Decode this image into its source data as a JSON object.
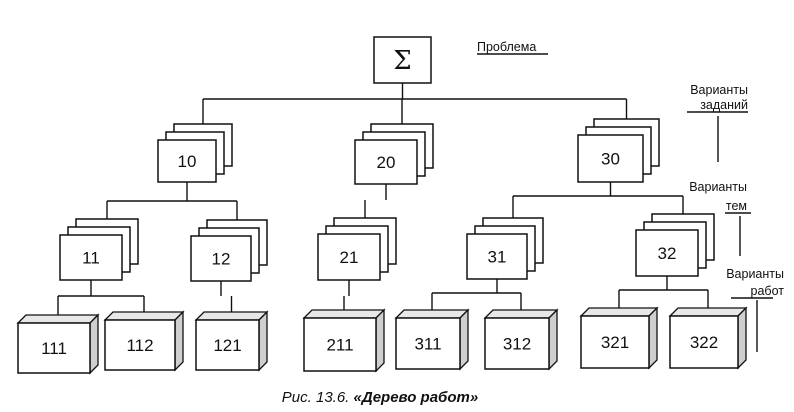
{
  "root": {
    "label": "Σ",
    "note": "Проблема"
  },
  "annotations": {
    "level1_line1": "Варианты",
    "level1_line2": "заданий",
    "level2_line1": "Варианты",
    "level2_line2": "тем",
    "level3_line1": "Варианты",
    "level3_line2": "работ"
  },
  "level1": [
    {
      "id": "10",
      "label": "10"
    },
    {
      "id": "20",
      "label": "20"
    },
    {
      "id": "30",
      "label": "30"
    }
  ],
  "level2": [
    {
      "id": "11",
      "label": "11",
      "parent": "10"
    },
    {
      "id": "12",
      "label": "12",
      "parent": "10"
    },
    {
      "id": "21",
      "label": "21",
      "parent": "20"
    },
    {
      "id": "31",
      "label": "31",
      "parent": "30"
    },
    {
      "id": "32",
      "label": "32",
      "parent": "30"
    }
  ],
  "level3": [
    {
      "id": "111",
      "label": "111",
      "parent": "11"
    },
    {
      "id": "112",
      "label": "112",
      "parent": "11"
    },
    {
      "id": "121",
      "label": "121",
      "parent": "12"
    },
    {
      "id": "211",
      "label": "211",
      "parent": "21"
    },
    {
      "id": "311",
      "label": "311",
      "parent": "31"
    },
    {
      "id": "312",
      "label": "312",
      "parent": "31"
    },
    {
      "id": "321",
      "label": "321",
      "parent": "32"
    },
    {
      "id": "322",
      "label": "322",
      "parent": "32"
    }
  ],
  "caption": {
    "prefix": "Рис. 13.6. ",
    "title": "«Дерево работ»"
  }
}
